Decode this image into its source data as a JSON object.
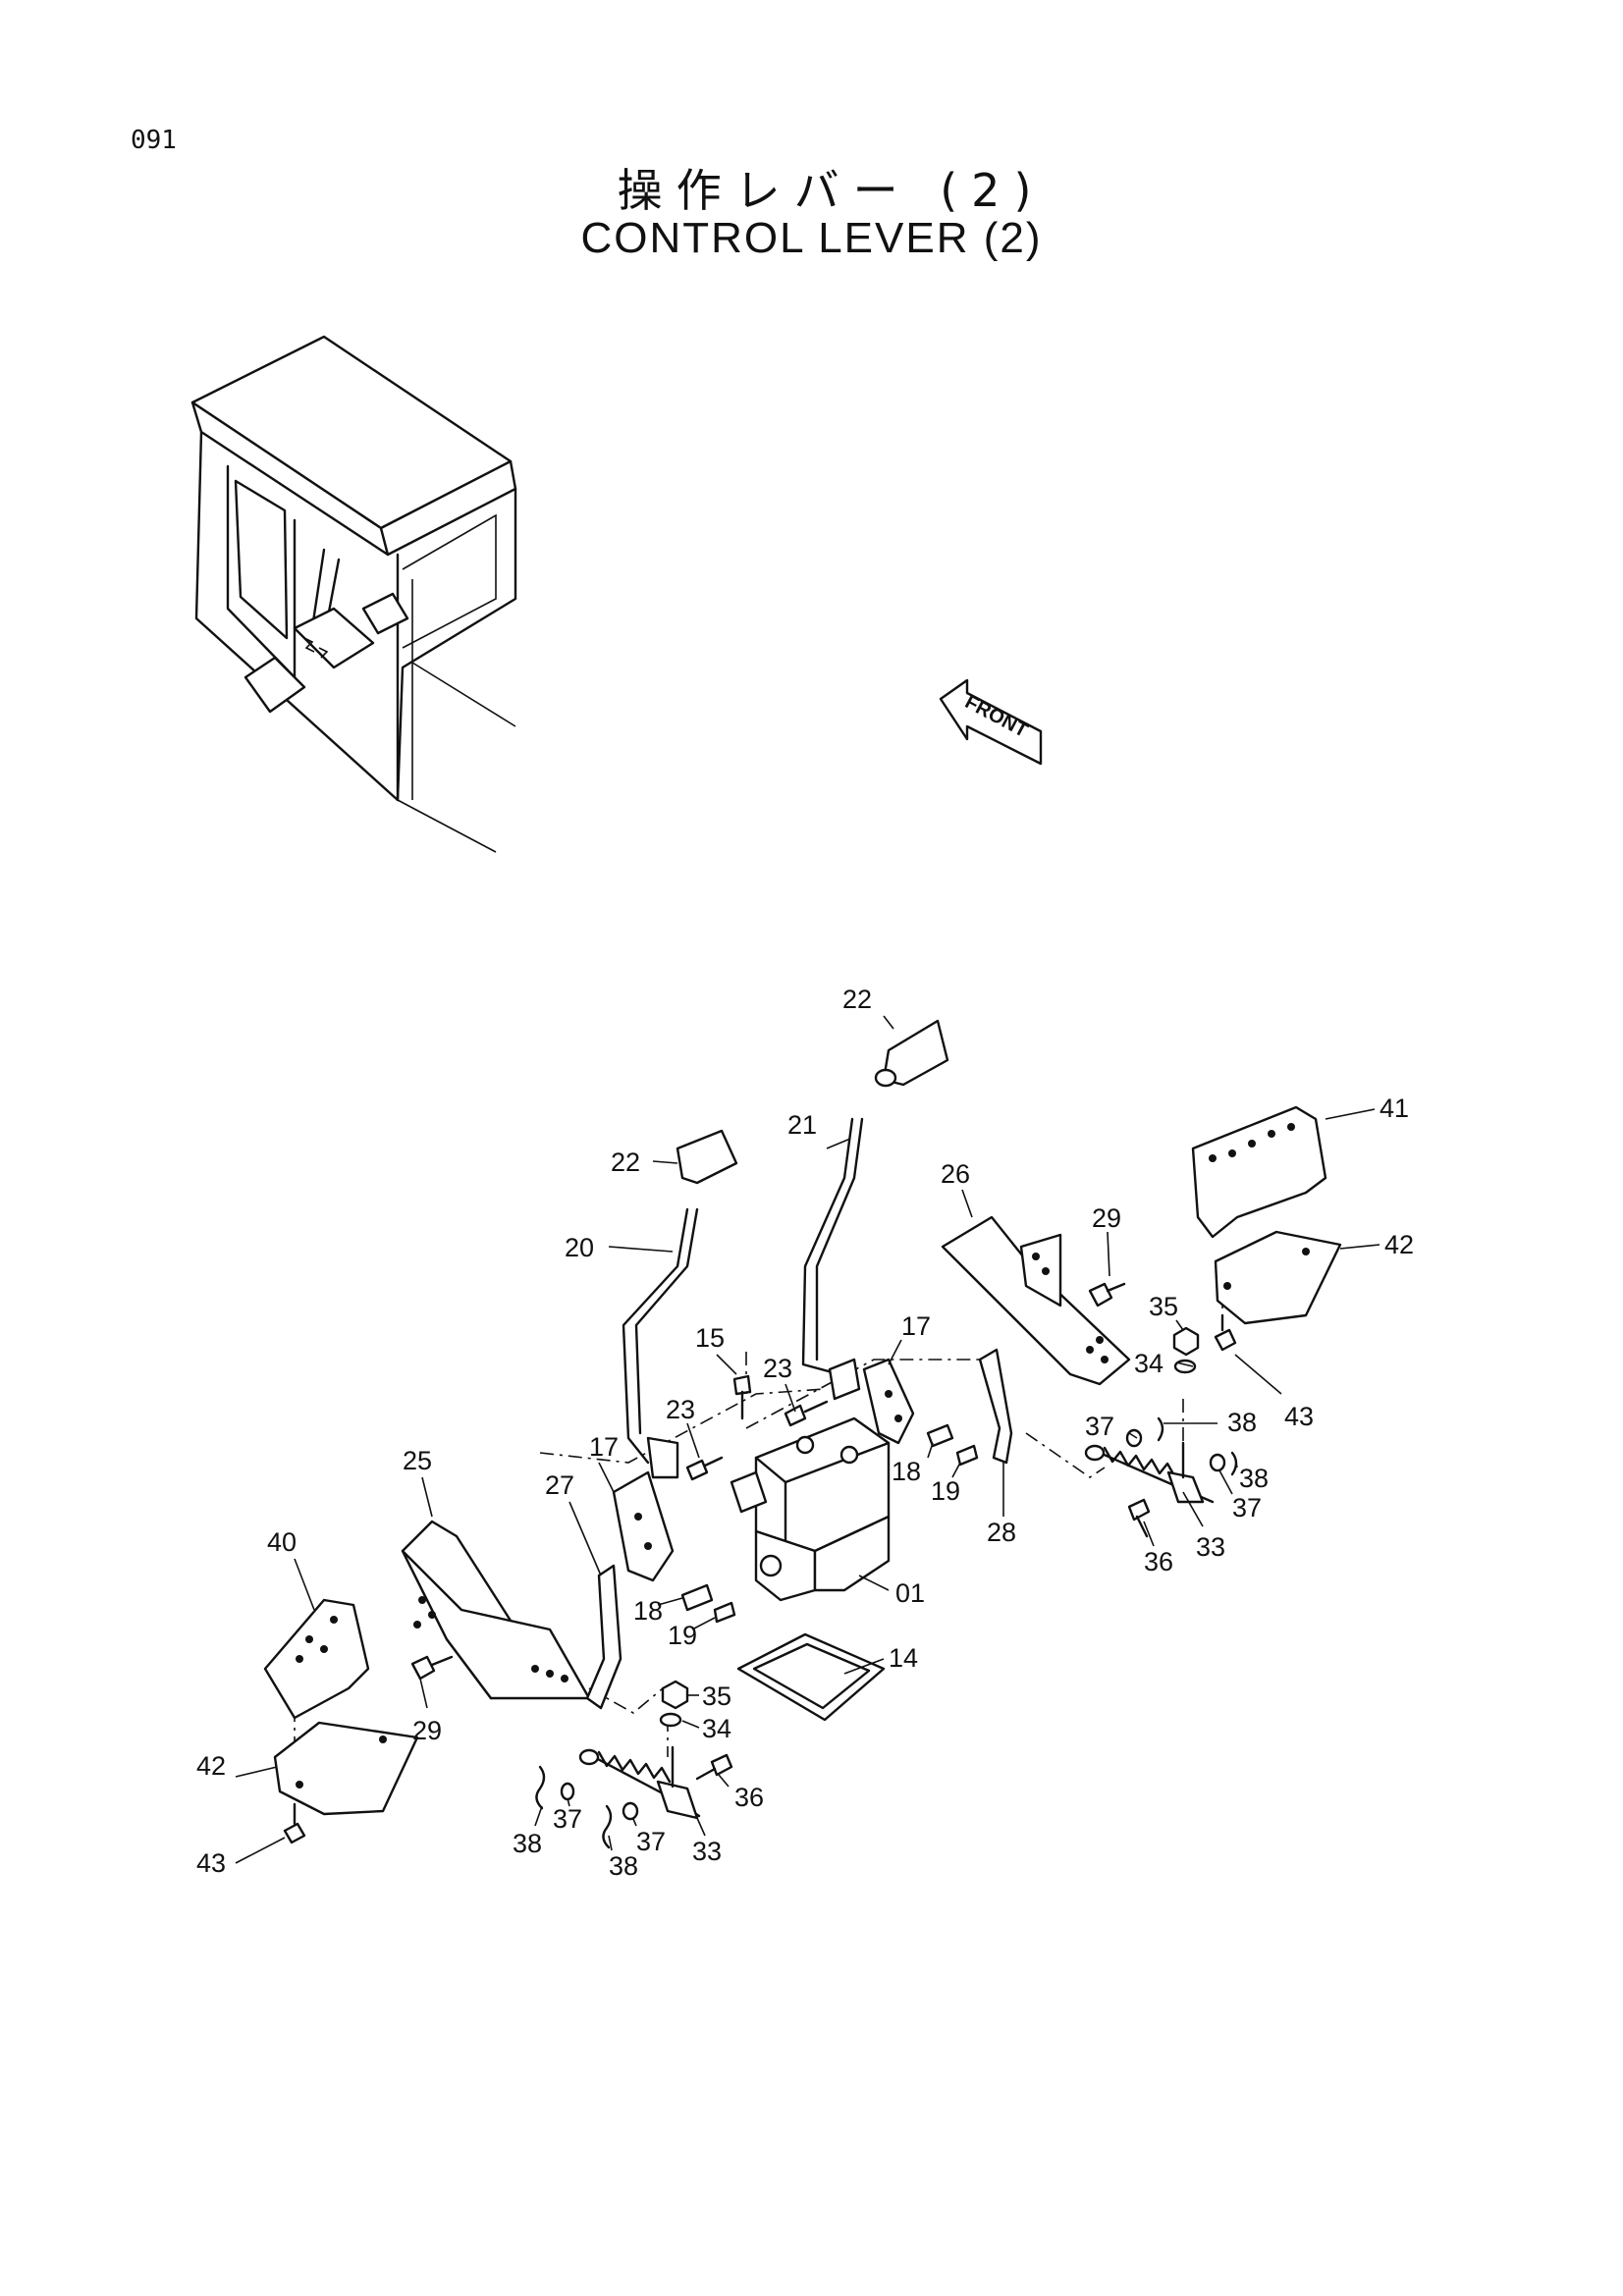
{
  "page": {
    "number": "091"
  },
  "title": {
    "jp": "操作レバー (2)",
    "en": "CONTROL LEVER (2)"
  },
  "direction_marker": {
    "label": "FRONT"
  },
  "callouts": [
    {
      "label": "22"
    },
    {
      "label": "21"
    },
    {
      "label": "41"
    },
    {
      "label": "22"
    },
    {
      "label": "26"
    },
    {
      "label": "29"
    },
    {
      "label": "42"
    },
    {
      "label": "20"
    },
    {
      "label": "35"
    },
    {
      "label": "15"
    },
    {
      "label": "17"
    },
    {
      "label": "34"
    },
    {
      "label": "43"
    },
    {
      "label": "23"
    },
    {
      "label": "23"
    },
    {
      "label": "37"
    },
    {
      "label": "38"
    },
    {
      "label": "25"
    },
    {
      "label": "17"
    },
    {
      "label": "18"
    },
    {
      "label": "19"
    },
    {
      "label": "38"
    },
    {
      "label": "27"
    },
    {
      "label": "37"
    },
    {
      "label": "28"
    },
    {
      "label": "40"
    },
    {
      "label": "33"
    },
    {
      "label": "01"
    },
    {
      "label": "36"
    },
    {
      "label": "18"
    },
    {
      "label": "19"
    },
    {
      "label": "14"
    },
    {
      "label": "35"
    },
    {
      "label": "29"
    },
    {
      "label": "34"
    },
    {
      "label": "42"
    },
    {
      "label": "36"
    },
    {
      "label": "37"
    },
    {
      "label": "38"
    },
    {
      "label": "37"
    },
    {
      "label": "33"
    },
    {
      "label": "43"
    },
    {
      "label": "38"
    }
  ]
}
